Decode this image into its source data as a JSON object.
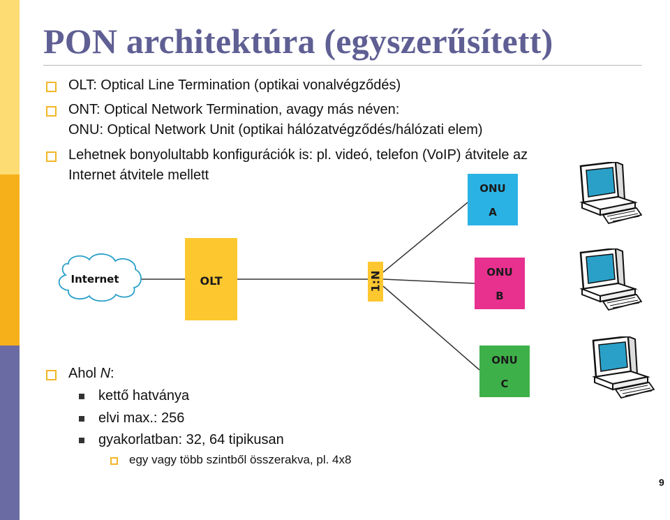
{
  "title": "PON architektúra (egyszerűsített)",
  "bullets": [
    "OLT: Optical Line Termination (optikai vonalvégződés)",
    "ONT: Optical Network Termination, avagy más néven:",
    "ONU: Optical Network Unit (optikai hálózatvégződés/hálózati elem)",
    "Lehetnek bonyolultabb konfigurációk is: pl. videó, telefon (VoIP) átvitele az",
    "Internet átvitele mellett"
  ],
  "footer_bullet": {
    "prefix": "Ahol ",
    "var": "N",
    "suffix": ":"
  },
  "sub_bullets": [
    "kettő hatványa",
    "elvi max.: 256",
    "gyakorlatban: 32, 64 tipikusan"
  ],
  "sub_sub_bullet": "egy vagy több szintből összerakva, pl. 4x8",
  "diagram": {
    "internet": "Internet",
    "olt": "OLT",
    "splitter": "1:N",
    "onus": [
      {
        "line1": "ONU",
        "line2": "A",
        "color": "#2bb2e4"
      },
      {
        "line1": "ONU",
        "line2": "B",
        "color": "#e8308f"
      },
      {
        "line1": "ONU",
        "line2": "C",
        "color": "#3eb049"
      }
    ]
  },
  "colors": {
    "title": "#5f5f94",
    "olt": "#fdc730",
    "bullet": "#f2b625"
  },
  "page_number": "9"
}
